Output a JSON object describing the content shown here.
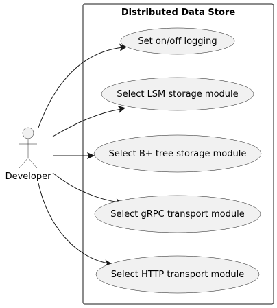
{
  "system": {
    "title": "Distributed Data Store"
  },
  "actor": {
    "name": "Developer"
  },
  "use_cases": [
    {
      "label": "Set on/off logging"
    },
    {
      "label": "Select LSM storage module"
    },
    {
      "label": "Select B+ tree storage module"
    },
    {
      "label": "Select gRPC transport module"
    },
    {
      "label": "Select HTTP transport module"
    }
  ],
  "colors": {
    "usecase_fill": "#f1f1f1",
    "stroke": "#181818",
    "background": "#ffffff"
  }
}
